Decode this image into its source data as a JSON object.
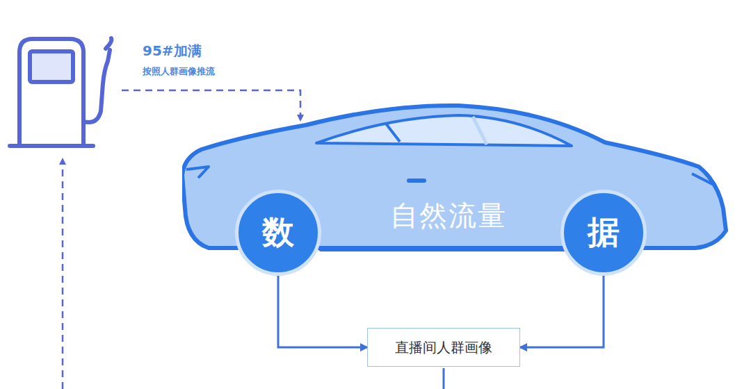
{
  "diagram": {
    "nodes": [
      {
        "text": [
          "自然流量"
        ]
      },
      {
        "text": [
          "数"
        ],
        "in": 0
      },
      {
        "text": [
          "据"
        ],
        "in": 0
      },
      {
        "text": [
          "直播间人群画像"
        ]
      }
    ],
    "edges": [
      {
        "from": 1,
        "to": 3,
        "arrow": "to"
      },
      {
        "from": 2,
        "to": 3,
        "arrow": "to"
      }
    ],
    "labels": [
      "95#加满",
      "按照人群画像推流"
    ]
  }
}
